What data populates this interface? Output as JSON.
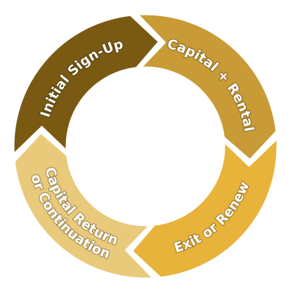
{
  "cycle": {
    "segments": [
      {
        "lines": [
          "Initial Sign-Up"
        ],
        "color": "#7a5a12"
      },
      {
        "lines": [
          "Capital + Rental"
        ],
        "color": "#c99b36"
      },
      {
        "lines": [
          "Exit or Renew"
        ],
        "color": "#e8b33a"
      },
      {
        "lines": [
          "Capital Return",
          "or Continuation"
        ],
        "color": "#e9c97a"
      }
    ]
  }
}
